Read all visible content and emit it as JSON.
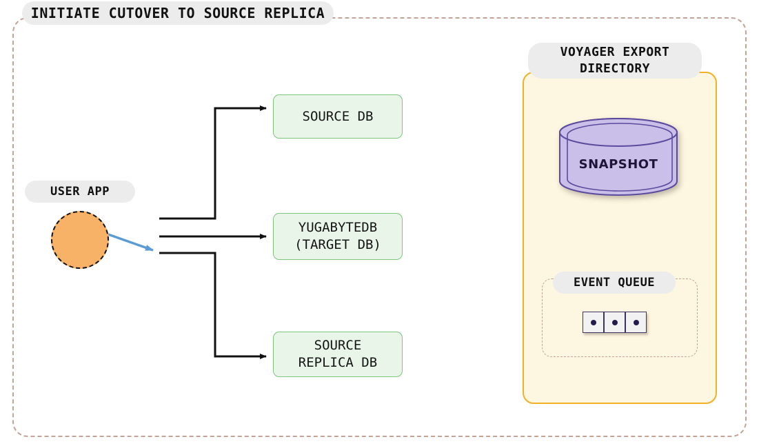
{
  "diagram": {
    "title": "INITIATE CUTOVER TO SOURCE REPLICA",
    "colors": {
      "outer_frame": "#c2a396",
      "pill_background": "#ececec",
      "db_box_fill": "#eaf5ea",
      "db_box_border": "#7fc47f",
      "user_app_fill": "#f8b267",
      "voyager_fill": "#fdf6e0",
      "voyager_border": "#f2b025",
      "snapshot_fill": "#c9bfe8",
      "snapshot_border": "#5b4a9e",
      "queue_cell_fill": "#f2f2f2",
      "queue_cell_border": "#3b3262",
      "queue_dot": "#241b4d",
      "black_arrow": "#111111",
      "blue_arrow": "#5b9bd5"
    },
    "user_app": {
      "label": "USER APP",
      "shape": "dashed-circle"
    },
    "databases": [
      {
        "id": "source-db",
        "label": "SOURCE DB"
      },
      {
        "id": "target-db",
        "label": "YUGABYTEDB\n(TARGET DB)"
      },
      {
        "id": "replica-db",
        "label": "SOURCE\nREPLICA DB"
      }
    ],
    "voyager": {
      "label": "VOYAGER EXPORT\nDIRECTORY",
      "label_line1": "VOYAGER EXPORT",
      "label_line2": "DIRECTORY",
      "snapshot": {
        "label": "SNAPSHOT",
        "shape": "cylinder"
      },
      "event_queue": {
        "label": "EVENT QUEUE",
        "cell_count": 3,
        "cells": [
          "event",
          "event",
          "event"
        ],
        "inbound_arrow": true,
        "outbound_arrow": true
      }
    },
    "connections": [
      {
        "from": "branch",
        "to": "source-db",
        "style": "solid-black-arrow"
      },
      {
        "from": "branch",
        "to": "target-db",
        "style": "solid-black-arrow"
      },
      {
        "from": "branch",
        "to": "replica-db",
        "style": "solid-black-arrow"
      },
      {
        "from": "user-app",
        "to": "branch",
        "style": "solid-blue-arrow"
      }
    ]
  }
}
